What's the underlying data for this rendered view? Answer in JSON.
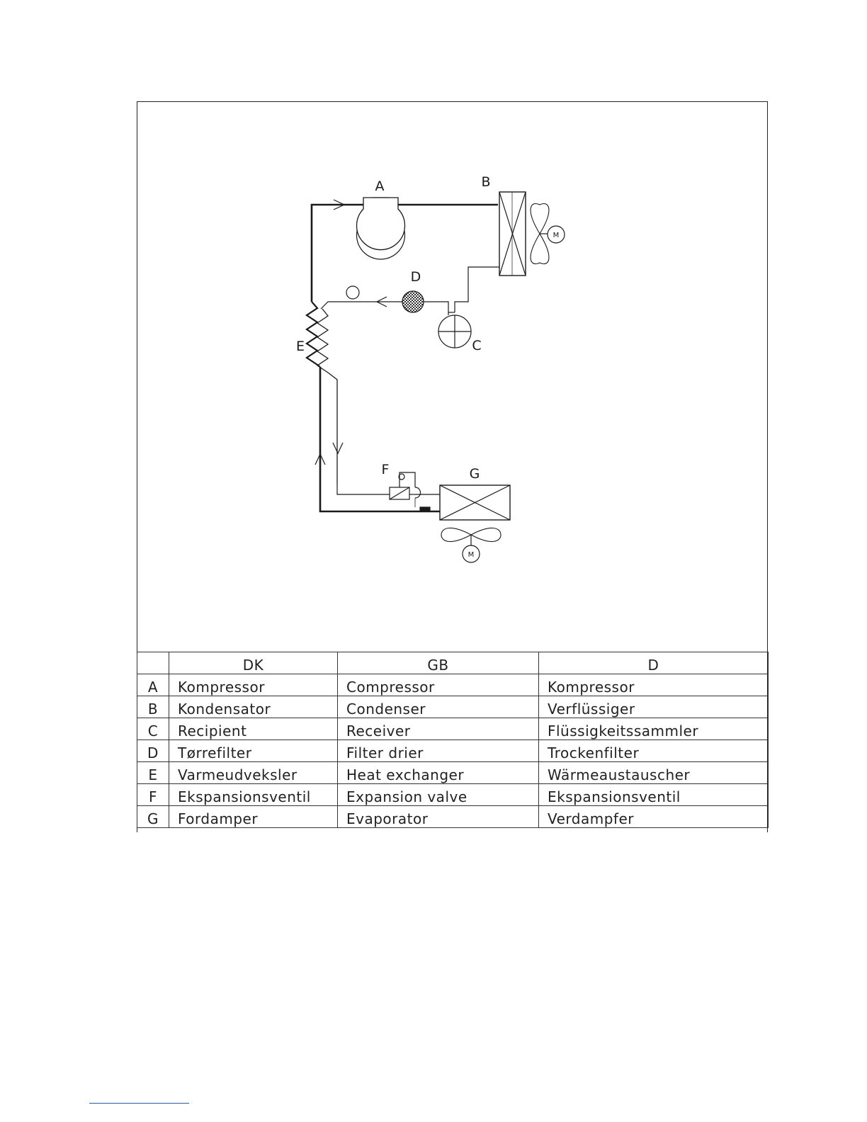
{
  "diagram": {
    "labels": {
      "A": "A",
      "B": "B",
      "C": "C",
      "D": "D",
      "E": "E",
      "F": "F",
      "G": "G",
      "motor": "M"
    }
  },
  "legend": {
    "headers": [
      "",
      "DK",
      "GB",
      "D"
    ],
    "rows": [
      {
        "key": "A",
        "dk": "Kompressor",
        "gb": "Compressor",
        "d": "Kompressor"
      },
      {
        "key": "B",
        "dk": "Kondensator",
        "gb": "Condenser",
        "d": "Verflüssiger"
      },
      {
        "key": "C",
        "dk": "Recipient",
        "gb": "Receiver",
        "d": "Flüssigkeitssammler"
      },
      {
        "key": "D",
        "dk": "Tørrefilter",
        "gb": "Filter drier",
        "d": "Trockenfilter"
      },
      {
        "key": "E",
        "dk": "Varmeudveksler",
        "gb": "Heat exchanger",
        "d": "Wärmeaustauscher"
      },
      {
        "key": "F",
        "dk": "Ekspansionsventil",
        "gb": "Expansion valve",
        "d": "Ekspansionsventil"
      },
      {
        "key": "G",
        "dk": "Fordamper",
        "gb": "Evaporator",
        "d": "Verdampfer"
      }
    ]
  }
}
